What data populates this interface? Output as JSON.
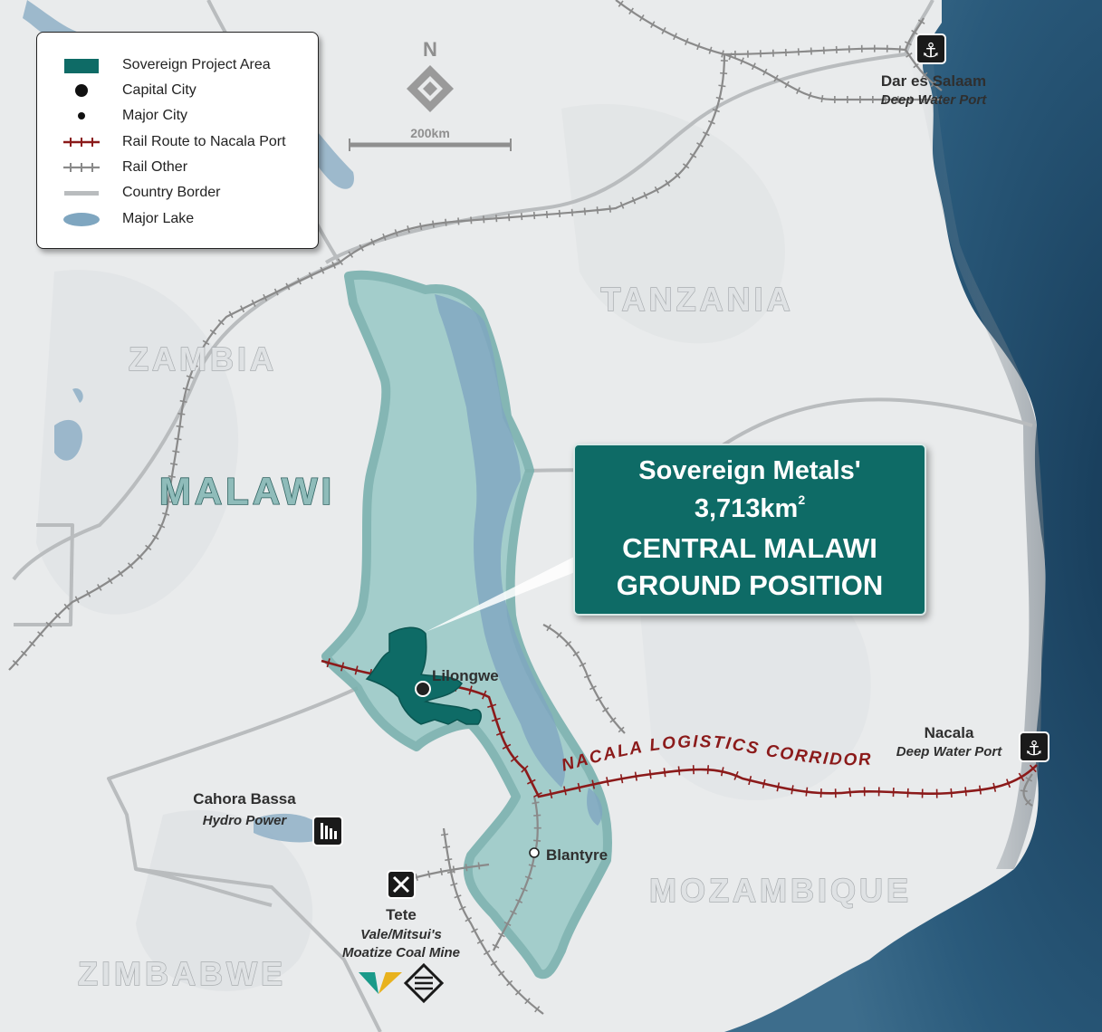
{
  "legend": {
    "items": [
      {
        "label": "Sovereign Project Area",
        "symbol": "project-area-swatch",
        "color": "#0e6b66"
      },
      {
        "label": "Capital City",
        "symbol": "capital-city-dot",
        "color": "#111111"
      },
      {
        "label": "Major City",
        "symbol": "major-city-dot",
        "color": "#111111"
      },
      {
        "label": "Rail Route to Nacala Port",
        "symbol": "rail-nacala-line",
        "color": "#8b1a1a"
      },
      {
        "label": "Rail Other",
        "symbol": "rail-other-line",
        "color": "#8a8a8a"
      },
      {
        "label": "Country Border",
        "symbol": "country-border-line",
        "color": "#b8b8b8"
      },
      {
        "label": "Major Lake",
        "symbol": "major-lake-swatch",
        "color": "#7fa6c0"
      }
    ]
  },
  "north_arrow": {
    "label": "N"
  },
  "scale_bar": {
    "label": "200km"
  },
  "countries": {
    "tanzania": "TANZANIA",
    "zambia": "ZAMBIA",
    "malawi": "MALAWI",
    "mozambique": "MOZAMBIQUE",
    "zimbabwe": "ZIMBABWE"
  },
  "places": {
    "dar_es_salaam": {
      "name": "Dar es Salaam",
      "sub": "Deep Water Port"
    },
    "nacala": {
      "name": "Nacala",
      "sub": "Deep Water Port"
    },
    "lilongwe": {
      "name": "Lilongwe"
    },
    "blantyre": {
      "name": "Blantyre"
    },
    "cahora_bassa": {
      "name": "Cahora Bassa",
      "sub": "Hydro Power"
    },
    "tete": {
      "name": "Tete"
    },
    "moatize": {
      "line1": "Vale/Mitsui's",
      "line2": "Moatize Coal Mine"
    }
  },
  "corridor_label": "NACALA LOGISTICS CORRIDOR",
  "callout": {
    "line1": "Sovereign Metals'",
    "line2": "3,713km",
    "line2_sup": "2",
    "line3": "CENTRAL MALAWI",
    "line4": "GROUND POSITION"
  },
  "colors": {
    "land": "#e9ebec",
    "ocean": "#1d4a6b",
    "malawi_fill": "#9ccac8",
    "lake": "#7fa6c0",
    "project": "#0e6b66",
    "rail_nacala": "#8b1a1a",
    "rail_other": "#8a8a8a",
    "border": "#b9bcbe"
  }
}
